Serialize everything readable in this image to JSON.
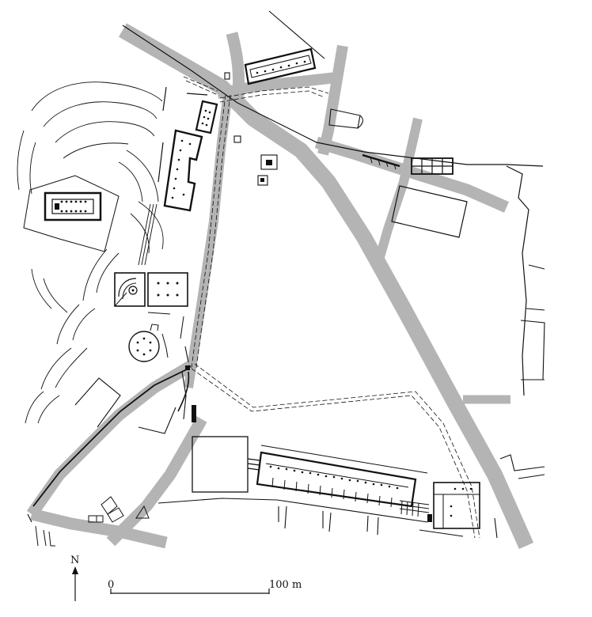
{
  "map": {
    "north_label": "N",
    "scale": {
      "start_label": "0",
      "end_label": "100 m"
    }
  },
  "colors": {
    "road": "#b4b4b4",
    "ink": "#111111",
    "background": "#ffffff"
  }
}
